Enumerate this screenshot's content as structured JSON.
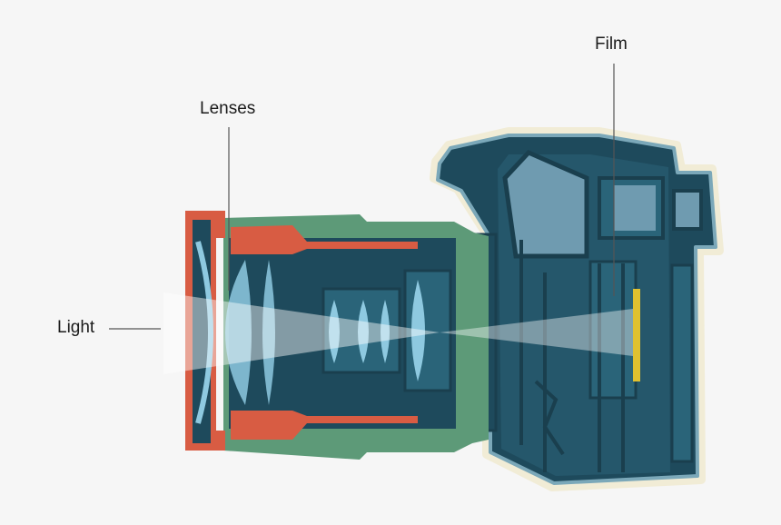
{
  "labels": {
    "film": "Film",
    "lenses": "Lenses",
    "light": "Light"
  },
  "colors": {
    "background": "#f6f6f6",
    "body_outline": "#7ba8b9",
    "body_dark": "#1e4a5c",
    "body_mid": "#2a6479",
    "prism": "#6f9bb0",
    "lens_glass": "#8ec9e0",
    "barrel_red": "#d85c43",
    "barrel_green": "#5d9a78",
    "film_strip": "#e0c12f",
    "light_beam": "#ffffff",
    "callout_line": "#555555"
  }
}
